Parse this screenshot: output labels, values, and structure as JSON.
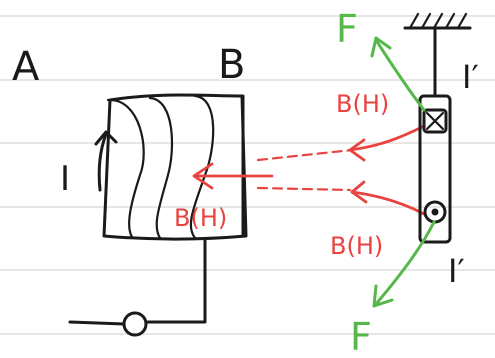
{
  "labels": {
    "A": "A",
    "B": "B",
    "I_left": "I",
    "I_prime_top": "I′",
    "I_prime_bottom": "I′",
    "F_top": "F",
    "F_bottom": "F",
    "BH_magnet": "B(H)",
    "BH_upper": "B(H)",
    "BH_lower": "B(H)"
  },
  "colors": {
    "ink": "#1a1a1a",
    "red": "#e8433f",
    "green": "#56b84a",
    "rule": "#d6d6d6",
    "paper": "#ffffff"
  }
}
